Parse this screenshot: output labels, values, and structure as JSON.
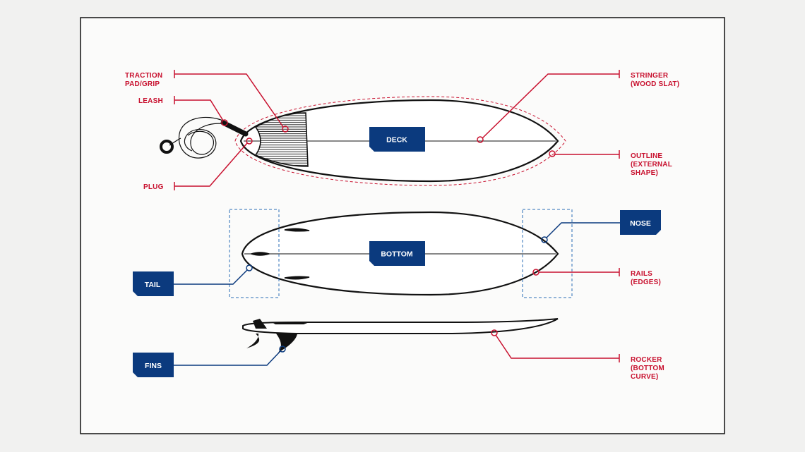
{
  "colors": {
    "background": "#f1f1f0",
    "frame": "#111111",
    "red_accent": "#c8102e",
    "navy_badge": "#0b3a7e",
    "board_outline": "#111111"
  },
  "views": {
    "deck": "DECK",
    "bottom": "BOTTOM"
  },
  "labels": {
    "traction": [
      "TRACTION",
      "PAD/GRIP"
    ],
    "leash": [
      "LEASH"
    ],
    "plug": [
      "PLUG"
    ],
    "stringer": [
      "STRINGER",
      "(WOOD SLAT)"
    ],
    "outline": [
      "OUTLINE",
      "(EXTERNAL",
      "SHAPE)"
    ],
    "rails": [
      "RAILS",
      "(EDGES)"
    ],
    "rocker": [
      "ROCKER",
      "(BOTTOM",
      "CURVE)"
    ]
  },
  "badges": {
    "nose": "NOSE",
    "tail": "TAIL",
    "fins": "FINS"
  }
}
